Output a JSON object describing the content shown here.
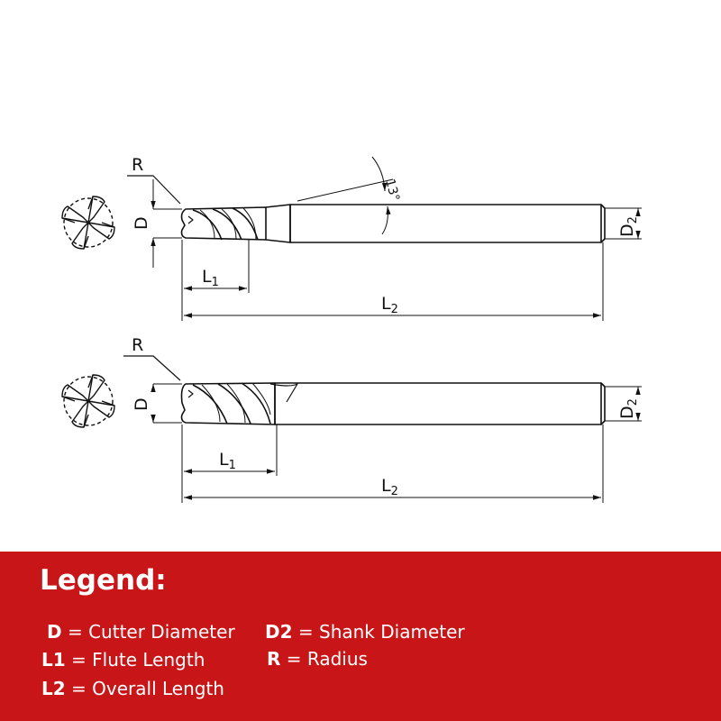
{
  "colors": {
    "legend_bg": "#c81517",
    "line": "#111111",
    "text_on_red": "#ffffff"
  },
  "diagram": {
    "top": {
      "r": "R",
      "d": "D",
      "l1_main": "L",
      "l1_sub": "1",
      "l2_main": "L",
      "l2_sub": "2",
      "d2_main": "D",
      "d2_sub": "2",
      "angle": "13°"
    },
    "bottom": {
      "r": "R",
      "d": "D",
      "l1_main": "L",
      "l1_sub": "1",
      "l2_main": "L",
      "l2_sub": "2",
      "d2_main": "D",
      "d2_sub": "2"
    }
  },
  "legend": {
    "title": "Legend:",
    "items": [
      {
        "key": "D",
        "desc": "= Cutter Diameter"
      },
      {
        "key": "L1",
        "desc": "= Flute Length"
      },
      {
        "key": "L2",
        "desc": "= Overall Length"
      },
      {
        "key": "D2",
        "desc": "= Shank Diameter"
      },
      {
        "key": "R",
        "desc": "= Radius"
      }
    ]
  }
}
